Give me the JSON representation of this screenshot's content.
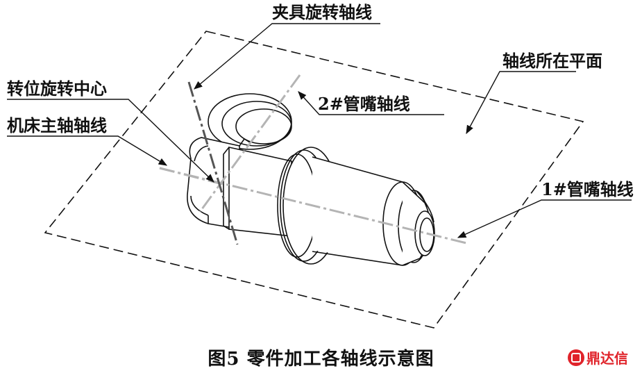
{
  "labels": {
    "fixture_axis": "夹具旋转轴线",
    "axis_plane": "轴线所在平面",
    "rotation_center": "转位旋转中心",
    "nozzle2_axis": "2#管嘴轴线",
    "spindle_axis": "机床主轴轴线",
    "nozzle1_axis": "1#管嘴轴线"
  },
  "caption": "图5  零件加工各轴线示意图",
  "watermark": {
    "text": "鼎达信",
    "color": "#e0232a"
  },
  "colors": {
    "line": "#111111",
    "axis_light": "#b4b4b4",
    "axis_dark": "#555555"
  }
}
